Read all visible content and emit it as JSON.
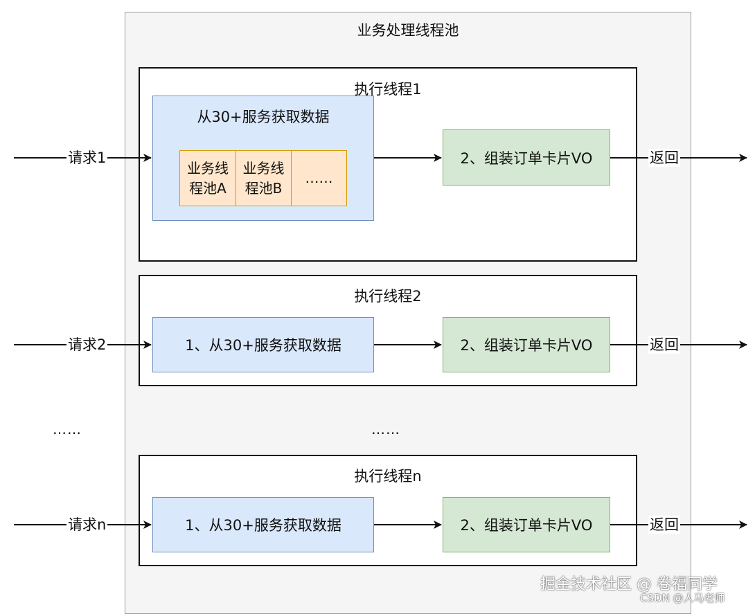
{
  "pool": {
    "title": "业务处理线程池"
  },
  "threads": [
    {
      "title": "执行线程1",
      "request_label": "请求1",
      "fetch_label": "从30+服务获取数据",
      "subpools": [
        "业务线程池A",
        "业务线程池B",
        "……"
      ],
      "assemble_label": "2、组装订单卡片VO",
      "return_label": "返回"
    },
    {
      "title": "执行线程2",
      "request_label": "请求2",
      "fetch_label": "1、从30+服务获取数据",
      "assemble_label": "2、组装订单卡片VO",
      "return_label": "返回"
    },
    {
      "title": "执行线程n",
      "request_label": "请求n",
      "fetch_label": "1、从30+服务获取数据",
      "assemble_label": "2、组装订单卡片VO",
      "return_label": "返回"
    }
  ],
  "ellipsis_left": "……",
  "ellipsis_center": "……",
  "watermark": {
    "main": "掘金技术社区 @ 卷福同学",
    "sub": "CSDN @人马老师"
  },
  "colors": {
    "fetch_fill": "#dae8fc",
    "assemble_fill": "#d5e8d4",
    "subpool_fill": "#ffe6cc"
  }
}
